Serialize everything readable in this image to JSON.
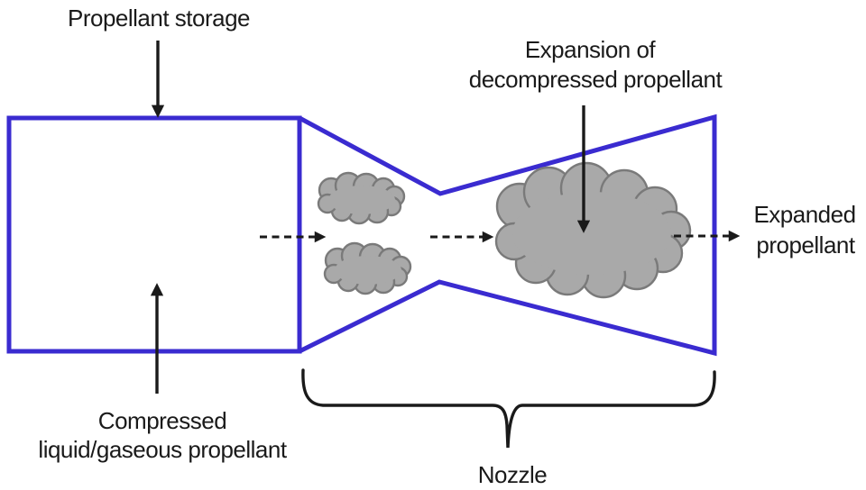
{
  "colors": {
    "outline": "#3a2bd0",
    "cloudfill": "#a9a9a9",
    "cloudstroke": "#7a7a7a",
    "ink": "#1a1a1a"
  },
  "labels": {
    "propellant_storage": "Propellant storage",
    "compressed_line1": "Compressed",
    "compressed_line2": "liquid/gaseous propellant",
    "expansion_line1": "Expansion of",
    "expansion_line2": "decompressed propellant",
    "expanded_line1": "Expanded",
    "expanded_line2": "propellant",
    "nozzle": "Nozzle"
  }
}
